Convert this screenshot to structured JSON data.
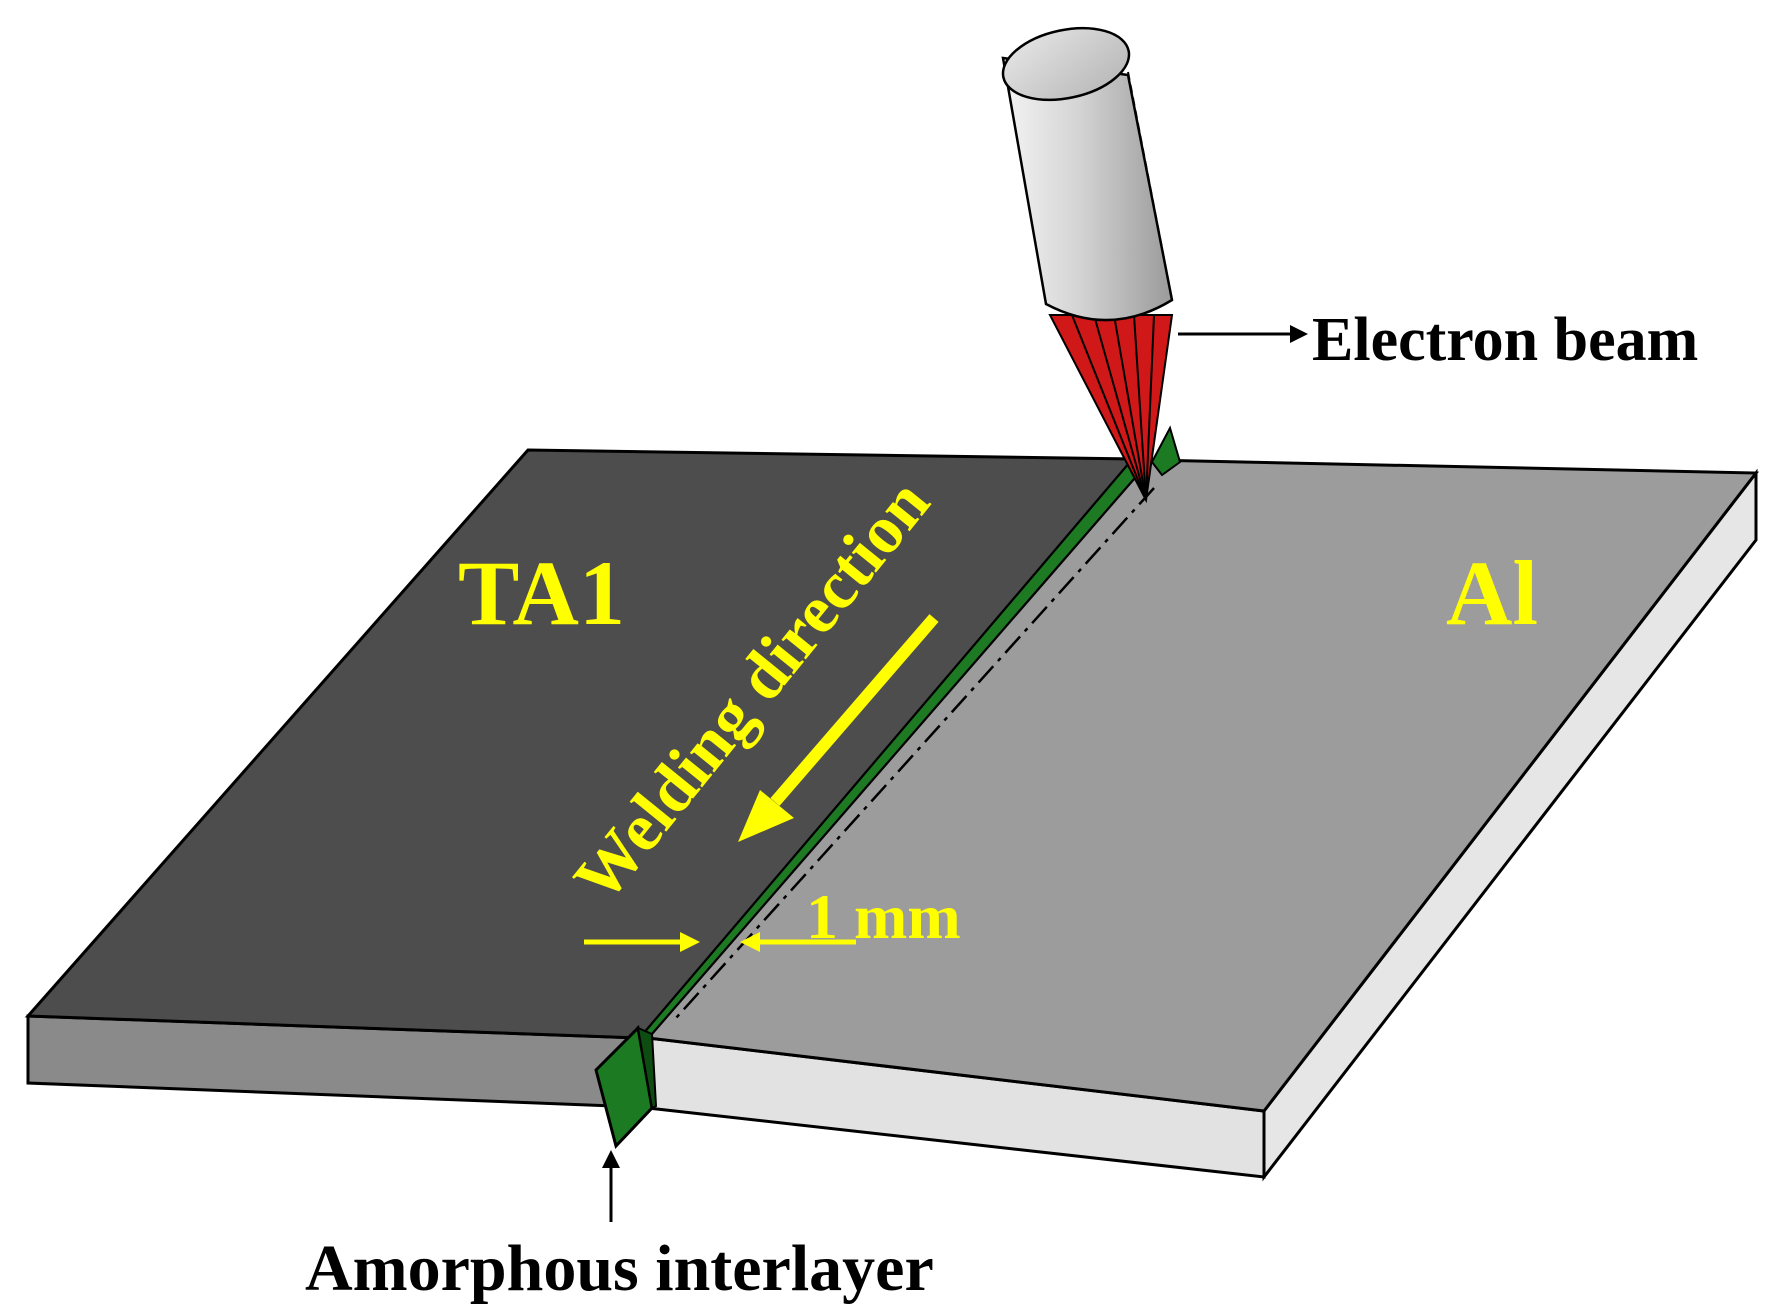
{
  "labels": {
    "ta1": "TA1",
    "al": "Al",
    "welding_direction": "Welding direction",
    "width": "1 mm",
    "electron_beam": "Electron beam",
    "amorphous_interlayer": "Amorphous interlayer"
  },
  "colors": {
    "ta1_top": "#4d4d4d",
    "ta1_side": "#8a8a8a",
    "al_top": "#9c9c9c",
    "al_side": "#e2e2e2",
    "interlayer": "#1c7a22",
    "interlayer_dark": "#0e4d12",
    "label_yellow": "#ffff00",
    "beam_red": "#d01818",
    "gun_body": "#d8d8d8",
    "outline": "#000000"
  }
}
